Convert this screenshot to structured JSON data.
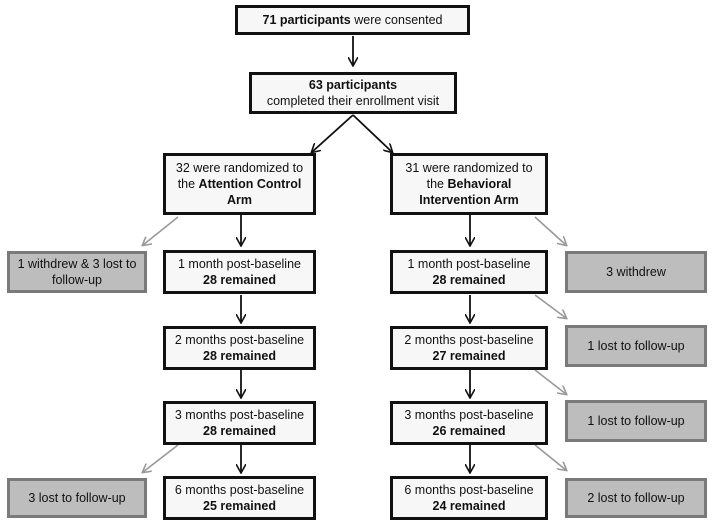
{
  "top": {
    "consented_bold": "71 participants",
    "consented_rest": " were consented",
    "enrolled_bold": "63 participants",
    "enrolled_rest": "completed their enrollment visit"
  },
  "left_arm": {
    "line1": "32 were randomized to",
    "line2_prefix": "the ",
    "line2_bold": "Attention Control",
    "line3_bold": "Arm",
    "steps": [
      {
        "label": "1 month post-baseline",
        "remained": "28 remained"
      },
      {
        "label": "2 months post-baseline",
        "remained": "28 remained"
      },
      {
        "label": "3 months post-baseline",
        "remained": "28 remained"
      },
      {
        "label": "6 months post-baseline",
        "remained": "25 remained"
      }
    ],
    "losses": [
      {
        "line1": "1 withdrew & 3 lost to",
        "line2": "follow-up"
      },
      {
        "text": "3 lost to follow-up"
      }
    ]
  },
  "right_arm": {
    "line1": "31 were randomized to",
    "line2_prefix": "the ",
    "line2_bold": "Behavioral",
    "line3_bold": "Intervention Arm",
    "steps": [
      {
        "label": "1 month post-baseline",
        "remained": "28 remained"
      },
      {
        "label": "2 months post-baseline",
        "remained": "27 remained"
      },
      {
        "label": "3 months post-baseline",
        "remained": "26 remained"
      },
      {
        "label": "6 months post-baseline",
        "remained": "24 remained"
      }
    ],
    "losses": [
      {
        "text": "3 withdrew"
      },
      {
        "text": "1 lost to follow-up"
      },
      {
        "text": "1 lost to follow-up"
      },
      {
        "text": "2 lost to follow-up"
      }
    ]
  },
  "colors": {
    "box_fill": "#f7f7f7",
    "loss_fill": "#bdbdbd",
    "arrow_main": "#111111",
    "arrow_loss": "#999999"
  }
}
